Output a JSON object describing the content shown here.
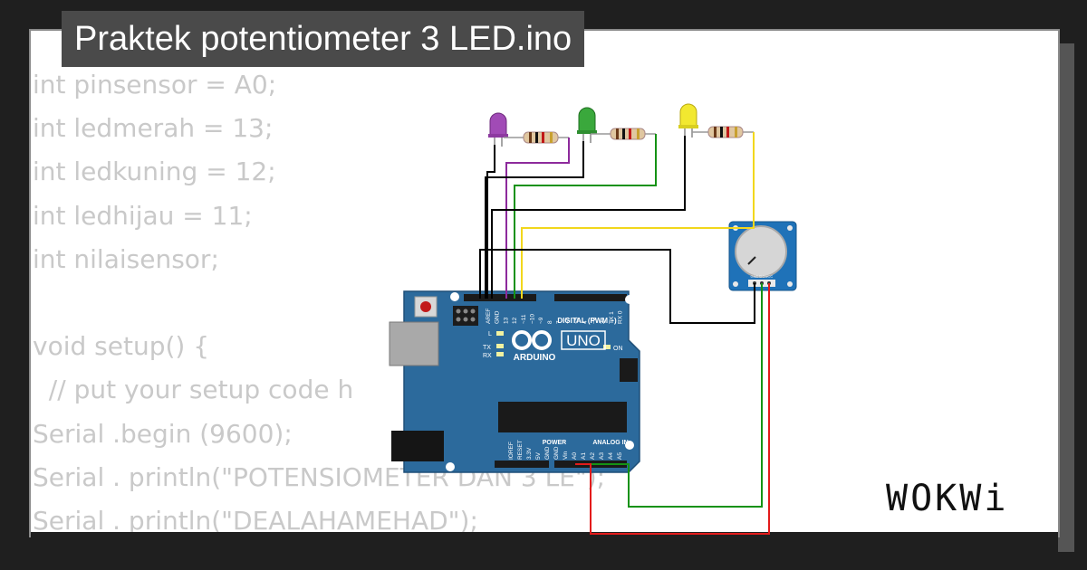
{
  "title": "Praktek potentiometer 3 LED.ino",
  "code": {
    "lines": [
      "int pinsensor = A0;",
      "int ledmerah = 13;",
      "int ledkuning = 12;",
      "int ledhijau = 11;",
      "int nilaisensor;",
      "",
      "void setup() {",
      "  // put your setup code h",
      "Serial .begin (9600);",
      "Serial . println(\"POTENSIOMETER DAN 3 LE\");",
      "Serial . println(\"DEALAHAMEHAD\");"
    ]
  },
  "board": {
    "brand": "ARDUINO",
    "model": "UNO",
    "digital_label": "DIGITAL (PWM ~)",
    "power_label": "POWER",
    "analog_label": "ANALOG IN",
    "on_label": "ON",
    "l_label": "L",
    "tx_label": "TX",
    "rx_label": "RX",
    "top_pins": [
      "AREF",
      "GND",
      "13",
      "12",
      "~11",
      "~10",
      "~9",
      "8",
      "7",
      "~6",
      "~5",
      "4",
      "~3",
      "2",
      "TX 1",
      "RX 0"
    ],
    "bottom_pins": [
      "IOREF",
      "RESET",
      "3.3V",
      "5V",
      "GND",
      "GND",
      "Vin",
      "A0",
      "A1",
      "A2",
      "A3",
      "A4",
      "A5"
    ]
  },
  "potentiometer": {
    "pins": [
      "GND",
      "SIG",
      "VCC"
    ]
  },
  "leds": [
    {
      "color": "purple",
      "fill": "#a14bb6"
    },
    {
      "color": "green",
      "fill": "#3aa83c"
    },
    {
      "color": "yellow",
      "fill": "#f2e830"
    }
  ],
  "colors": {
    "wire_black": "#000000",
    "wire_purple": "#8d2a9c",
    "wire_green": "#149214",
    "wire_yellow": "#f2d71c",
    "wire_red": "#e31b1b",
    "board_blue": "#2c6a9c",
    "pot_blue": "#1f72b8"
  },
  "brand_logo": "WOKWi"
}
